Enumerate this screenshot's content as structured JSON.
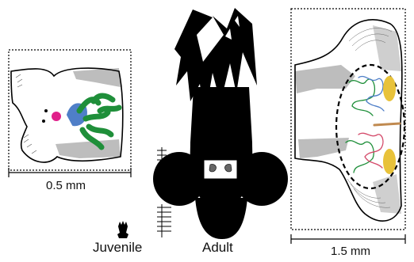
{
  "panels": {
    "juvenile_detail": {
      "scale_label": "0.5 mm"
    },
    "adult_detail": {
      "scale_label": "1.5 mm"
    }
  },
  "captions": {
    "juvenile": "Juvenile",
    "adult": "Adult"
  },
  "colors": {
    "outline": "#000000",
    "tissue_gray": "#b8b8b8",
    "green_projection": "#1f8f3a",
    "blue_projection": "#4f7fc8",
    "red_projection": "#d44a6a",
    "magenta_cluster": "#e0208a",
    "yellow_organ": "#e8c23a",
    "brown_vessel": "#c08a50"
  }
}
